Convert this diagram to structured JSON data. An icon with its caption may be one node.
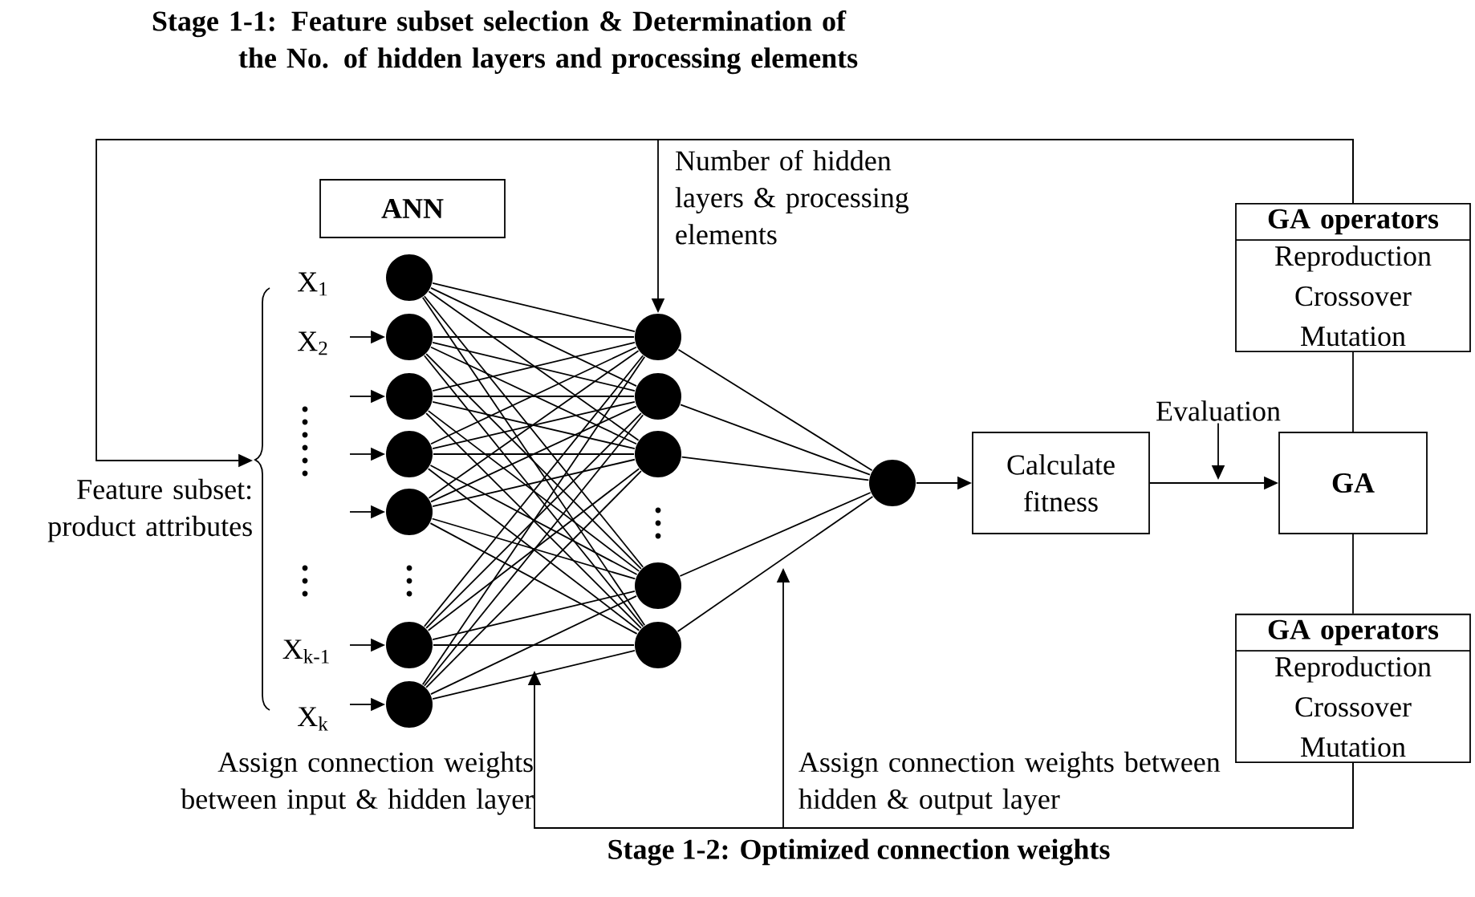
{
  "diagram": {
    "title": "Stage 1-1: Feature subset selection & Determination of the No. of hidden layers and processing elements",
    "caption": "Stage 1-2: Optimized connection weights",
    "nodes": [
      {
        "text": [
          "ANN"
        ]
      },
      {
        "text": [],
        "shape": "circle"
      },
      {
        "text": [],
        "shape": "circle"
      },
      {
        "text": [],
        "shape": "circle"
      },
      {
        "text": [],
        "shape": "circle"
      },
      {
        "text": [],
        "shape": "circle"
      },
      {
        "text": [],
        "shape": "circle"
      },
      {
        "text": [],
        "shape": "circle"
      },
      {
        "text": [],
        "shape": "circle"
      },
      {
        "text": [],
        "shape": "circle"
      },
      {
        "text": [],
        "shape": "circle"
      },
      {
        "text": [],
        "shape": "circle"
      },
      {
        "text": [],
        "shape": "circle"
      },
      {
        "text": [],
        "shape": "circle"
      },
      {
        "text": [
          "Calculate fitness"
        ]
      },
      {
        "text": [
          "Evaluation"
        ]
      },
      {
        "text": [
          "GA"
        ]
      },
      {
        "text": [
          "GA operators",
          "Reproduction Crossover Mutation"
        ]
      },
      {
        "text": [
          "GA operators",
          "Reproduction Crossover Mutation"
        ]
      },
      {
        "text": [],
        "shape": "bracket"
      }
    ],
    "edges": [
      {
        "from": 1,
        "to": 8,
        "arrow": "none"
      },
      {
        "from": 1,
        "to": 9,
        "arrow": "none"
      },
      {
        "from": 1,
        "to": 10,
        "arrow": "none"
      },
      {
        "from": 1,
        "to": 11,
        "arrow": "none"
      },
      {
        "from": 1,
        "to": 12,
        "arrow": "none"
      },
      {
        "from": 2,
        "to": 8,
        "arrow": "none"
      },
      {
        "from": 2,
        "to": 9,
        "arrow": "none"
      },
      {
        "from": 2,
        "to": 10,
        "arrow": "none"
      },
      {
        "from": 2,
        "to": 11,
        "arrow": "none"
      },
      {
        "from": 2,
        "to": 12,
        "arrow": "none"
      },
      {
        "from": 3,
        "to": 8,
        "arrow": "none"
      },
      {
        "from": 3,
        "to": 9,
        "arrow": "none"
      },
      {
        "from": 3,
        "to": 10,
        "arrow": "none"
      },
      {
        "from": 3,
        "to": 11,
        "arrow": "none"
      },
      {
        "from": 3,
        "to": 12,
        "arrow": "none"
      },
      {
        "from": 4,
        "to": 8,
        "arrow": "none"
      },
      {
        "from": 4,
        "to": 9,
        "arrow": "none"
      },
      {
        "from": 4,
        "to": 10,
        "arrow": "none"
      },
      {
        "from": 4,
        "to": 11,
        "arrow": "none"
      },
      {
        "from": 4,
        "to": 12,
        "arrow": "none"
      },
      {
        "from": 5,
        "to": 8,
        "arrow": "none"
      },
      {
        "from": 5,
        "to": 9,
        "arrow": "none"
      },
      {
        "from": 5,
        "to": 10,
        "arrow": "none"
      },
      {
        "from": 5,
        "to": 11,
        "arrow": "none"
      },
      {
        "from": 5,
        "to": 12,
        "arrow": "none"
      },
      {
        "from": 6,
        "to": 8,
        "arrow": "none"
      },
      {
        "from": 6,
        "to": 9,
        "arrow": "none"
      },
      {
        "from": 6,
        "to": 10,
        "arrow": "none"
      },
      {
        "from": 6,
        "to": 11,
        "arrow": "none"
      },
      {
        "from": 6,
        "to": 12,
        "arrow": "none"
      },
      {
        "from": 7,
        "to": 8,
        "arrow": "none"
      },
      {
        "from": 7,
        "to": 9,
        "arrow": "none"
      },
      {
        "from": 7,
        "to": 10,
        "arrow": "none"
      },
      {
        "from": 7,
        "to": 11,
        "arrow": "none"
      },
      {
        "from": 7,
        "to": 12,
        "arrow": "none"
      },
      {
        "from": 8,
        "to": 13,
        "arrow": "none"
      },
      {
        "from": 9,
        "to": 13,
        "arrow": "none"
      },
      {
        "from": 10,
        "to": 13,
        "arrow": "none"
      },
      {
        "from": 11,
        "to": 13,
        "arrow": "none"
      },
      {
        "from": 12,
        "to": 13,
        "arrow": "none"
      },
      {
        "from": null,
        "to": 2,
        "arrow": "to"
      },
      {
        "from": null,
        "to": 3,
        "arrow": "to"
      },
      {
        "from": null,
        "to": 4,
        "arrow": "to"
      },
      {
        "from": null,
        "to": 5,
        "arrow": "to"
      },
      {
        "from": null,
        "to": 6,
        "arrow": "to"
      },
      {
        "from": null,
        "to": 7,
        "arrow": "to"
      },
      {
        "from": 13,
        "to": 14,
        "arrow": "to"
      },
      {
        "from": 14,
        "to": 16,
        "arrow": "to"
      },
      {
        "from": 15,
        "to": null,
        "arrow": "to"
      },
      {
        "from": 17,
        "to": 16,
        "arrow": "none"
      },
      {
        "from": 16,
        "to": 18,
        "arrow": "none"
      },
      {
        "from": 17,
        "to": 19,
        "arrow": "to"
      },
      {
        "from": 17,
        "to": 8,
        "arrow": "to"
      },
      {
        "from": 18,
        "to": null,
        "arrow": "to"
      },
      {
        "from": 18,
        "to": null,
        "arrow": "to"
      }
    ],
    "labels": [
      "Number of hidden layers & processing elements",
      "X$_{1}$",
      "X$_{2}$",
      "Feature subset: product attributes",
      "X$_{k-1}$",
      "X$_{k}$",
      "Assign connection weights between input & hidden layer",
      "Assign connection weights between hidden & output layer"
    ]
  }
}
